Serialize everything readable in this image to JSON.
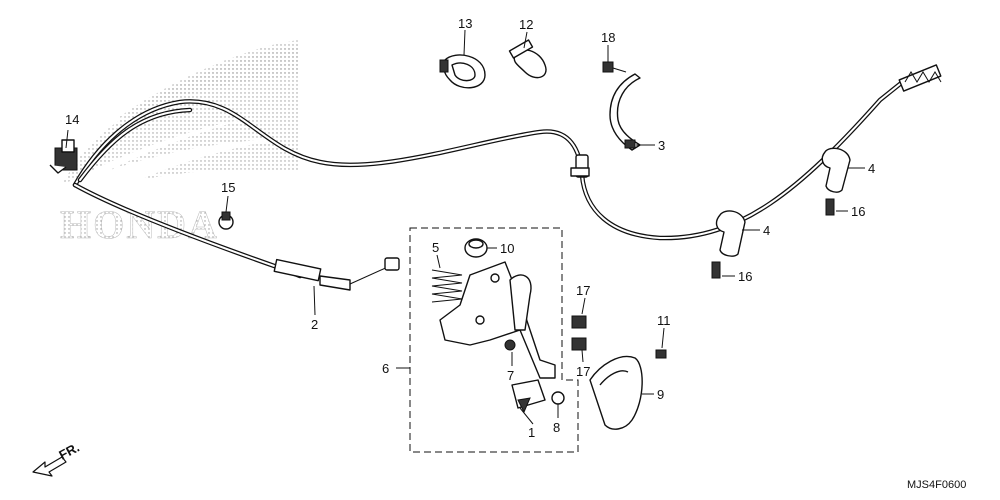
{
  "diagram_code": "MJS4F0600",
  "front_indicator": "FR.",
  "callouts": [
    {
      "id": "c1",
      "label": "1"
    },
    {
      "id": "c2",
      "label": "2"
    },
    {
      "id": "c3",
      "label": "3"
    },
    {
      "id": "c4a",
      "label": "4"
    },
    {
      "id": "c4b",
      "label": "4"
    },
    {
      "id": "c5",
      "label": "5"
    },
    {
      "id": "c6",
      "label": "6"
    },
    {
      "id": "c7",
      "label": "7"
    },
    {
      "id": "c8",
      "label": "8"
    },
    {
      "id": "c9",
      "label": "9"
    },
    {
      "id": "c10",
      "label": "10"
    },
    {
      "id": "c11",
      "label": "11"
    },
    {
      "id": "c12",
      "label": "12"
    },
    {
      "id": "c13",
      "label": "13"
    },
    {
      "id": "c14",
      "label": "14"
    },
    {
      "id": "c15",
      "label": "15"
    },
    {
      "id": "c16a",
      "label": "16"
    },
    {
      "id": "c16b",
      "label": "16"
    },
    {
      "id": "c17a",
      "label": "17"
    },
    {
      "id": "c17b",
      "label": "17"
    },
    {
      "id": "c18",
      "label": "18"
    }
  ]
}
